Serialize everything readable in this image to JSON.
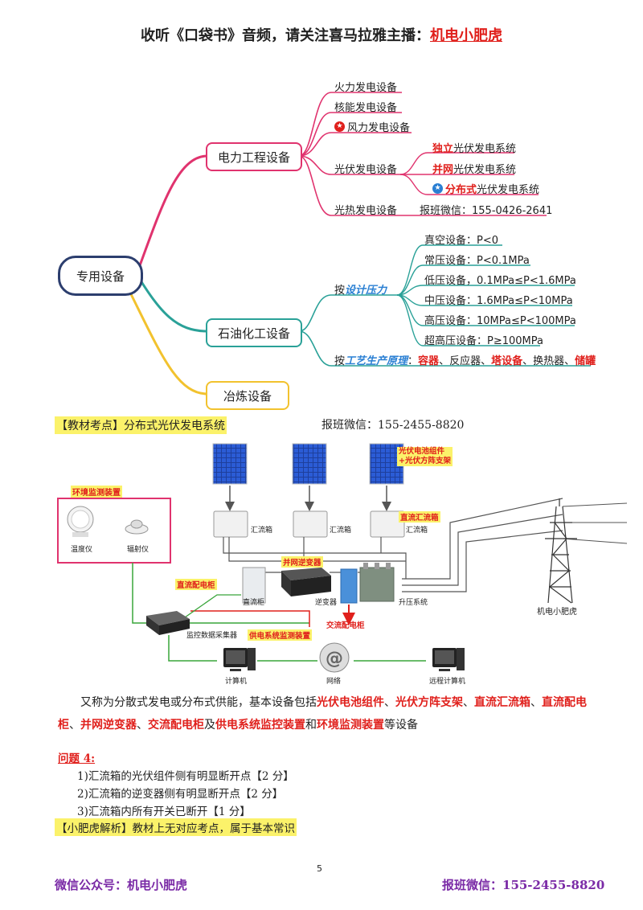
{
  "header": {
    "prefix": "收听《口袋书》音频，请关注喜马拉雅主播：",
    "brand": "机电小肥虎"
  },
  "mindmap": {
    "root": "专用设备",
    "b1": {
      "label": "电力工程设备",
      "items": [
        "火力发电设备",
        "核能发电设备",
        "风力发电设备",
        "光伏发电设备",
        "光热发电设备"
      ],
      "pv": [
        {
          "bold": "独立",
          "rest": "光伏发电系统"
        },
        {
          "bold": "并网",
          "rest": "光伏发电系统"
        },
        {
          "bold": "分布式",
          "rest": "光伏发电系统"
        }
      ],
      "contact": "报班微信：155-0426-2641"
    },
    "b2": {
      "label": "石油化工设备",
      "design_prefix": "按",
      "design_key": "设计压力",
      "pressures": [
        "真空设备：P<0",
        "常压设备：P<0.1MPa",
        "低压设备，0.1MPa≤P<1.6MPa",
        "中压设备：1.6MPa≤P<10MPa",
        "高压设备：10MPa≤P<100MPa",
        "超高压设备：P≥100MPa"
      ],
      "proc_prefix": "按",
      "proc_key": "工艺生产原理",
      "proc_sep": "：",
      "proc": [
        {
          "t": "容器",
          "r": true
        },
        {
          "t": "、反应器、",
          "r": false
        },
        {
          "t": "塔设备",
          "r": true
        },
        {
          "t": "、换热器、",
          "r": false
        },
        {
          "t": "储罐",
          "r": true
        }
      ]
    },
    "b3": {
      "label": "冶炼设备"
    }
  },
  "section": {
    "tag": "【教材考点】分布式光伏发电系统",
    "contact": "报班微信：155-2455-8820"
  },
  "diagram": {
    "env_title": "环境监测装置",
    "thermo": "温度仪",
    "radiation": "辐射仪",
    "pv_note": [
      "光伏电池组件",
      "+光伏方阵支架"
    ],
    "combiner": "汇流箱",
    "dc_combiner": "直流汇流箱",
    "dc_cabinet": "直流配电柜",
    "dc_cab_label": "直流柜",
    "inverter_note": "并网逆变器",
    "inverter": "逆变器",
    "ac_cabinet": "交流配电柜",
    "step_up": "升压系统",
    "tower_brand": "机电小肥虎",
    "collector": "监控数据采集器",
    "supply_monitor": "供电系统监测装置",
    "computer": "计算机",
    "network": "网络",
    "remote": "远程计算机"
  },
  "paragraph": [
    {
      "t": "又称为分散式发电或分布式供能，基本设备包括",
      "k": false
    },
    {
      "t": "光伏电池组件",
      "k": true
    },
    {
      "t": "、",
      "k": false
    },
    {
      "t": "光伏方阵支架",
      "k": true
    },
    {
      "t": "、",
      "k": false
    },
    {
      "t": "直流汇流箱",
      "k": true
    },
    {
      "t": "、",
      "k": false
    },
    {
      "t": "直流配电柜",
      "k": true
    },
    {
      "t": "、",
      "k": false
    },
    {
      "t": "并网逆变器",
      "k": true
    },
    {
      "t": "、",
      "k": false
    },
    {
      "t": "交流配电柜",
      "k": true
    },
    {
      "t": "及",
      "k": false
    },
    {
      "t": "供电系统监控装置",
      "k": true
    },
    {
      "t": "和",
      "k": false
    },
    {
      "t": "环境监测装置",
      "k": true
    },
    {
      "t": "等设备",
      "k": false
    }
  ],
  "question": {
    "title": "问题 4:",
    "items": [
      "1)汇流箱的光伏组件侧有明显断开点【2 分】",
      "2)汇流箱的逆变器侧有明显断开点【2 分】",
      "3)汇流箱内所有开关已断开【1 分】"
    ],
    "analysis": "【小肥虎解析】教材上无对应考点，属于基本常识"
  },
  "page_number": "5",
  "footer": {
    "left": "微信公众号：机电小肥虎",
    "right": "报班微信：155-2455-8820"
  },
  "colors": {
    "pink": "#e0336e",
    "teal": "#2aa198",
    "gold": "#f2c22e",
    "navy": "#2c3e6e",
    "red": "#e0201c",
    "highlight": "#fbf26a"
  }
}
